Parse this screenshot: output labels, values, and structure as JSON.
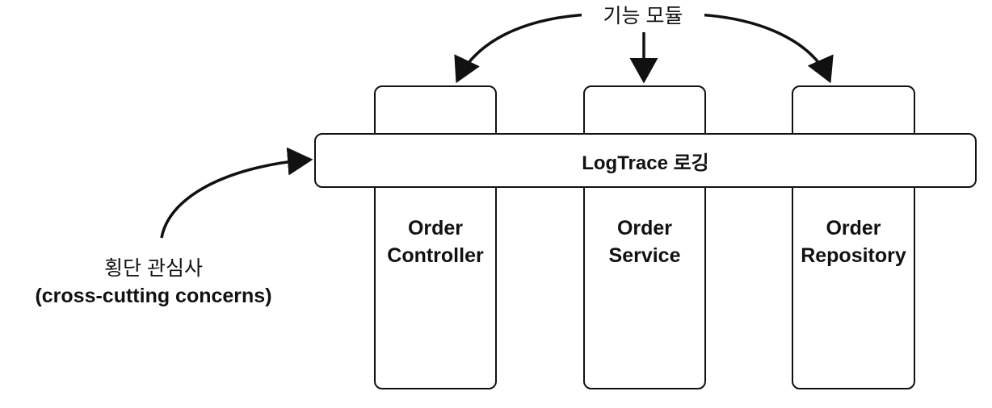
{
  "top_label": "기능 모듈",
  "aspect_bar": "LogTrace 로깅",
  "modules": [
    {
      "line1": "Order",
      "line2": "Controller"
    },
    {
      "line1": "Order",
      "line2": "Service"
    },
    {
      "line1": "Order",
      "line2": "Repository"
    }
  ],
  "side_label": {
    "line1": "횡단 관심사",
    "line2": "(cross-cutting concerns)"
  }
}
